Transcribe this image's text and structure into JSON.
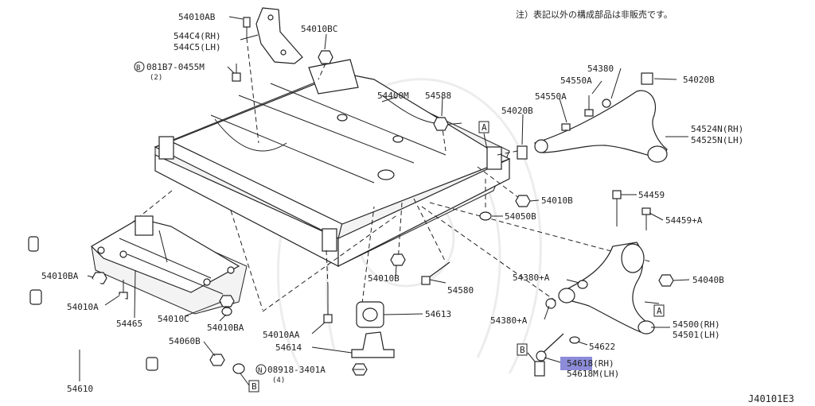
{
  "notice": "注）表記以外の構成部品は非販売です。",
  "diagram_code": "J40101E3",
  "highlight_color": "#8c8cd9",
  "callouts": {
    "p54010AB": "54010AB",
    "p544C4": "544C4(RH)",
    "p544C5": "544C5(LH)",
    "p54010BC": "54010BC",
    "p081B7": "081B7-0455M",
    "p081B7_qty": "(2)",
    "p081B7_mark": "B",
    "p54400M": "54400M",
    "p54588": "54588",
    "p54380": "54380",
    "p54550A_1": "54550A",
    "p54550A_2": "54550A",
    "p54020B_1": "54020B",
    "p54020B_2": "54020B",
    "p54524N": "54524N(RH)",
    "p54525N": "54525N(LH)",
    "p54010B_1": "54010B",
    "p54050B": "54050B",
    "p54459": "54459",
    "p54459A": "54459+A",
    "p54010BA_1": "54010BA",
    "p54010A": "54010A",
    "p54465": "54465",
    "p54010C": "54010C",
    "p54010BA_2": "54010BA",
    "p54010B_2": "54010B",
    "p54580": "54580",
    "p54380A_1": "54380+A",
    "p54040B": "54040B",
    "p54613": "54613",
    "p54010AA": "54010AA",
    "p54380A_2": "54380+A",
    "p54500": "54500(RH)",
    "p54501": "54501(LH)",
    "p54060B": "54060B",
    "p54614": "54614",
    "p54622": "54622",
    "p54618": "54618(RH)",
    "p54618M": "54618M(LH)",
    "p54610": "54610",
    "p08918": "08918-3401A",
    "p08918_qty": "(4)",
    "p08918_mark": "N"
  },
  "ref_marks": {
    "a_upper": "A",
    "a_lower": "A",
    "b_left": "B",
    "b_right": "B"
  }
}
